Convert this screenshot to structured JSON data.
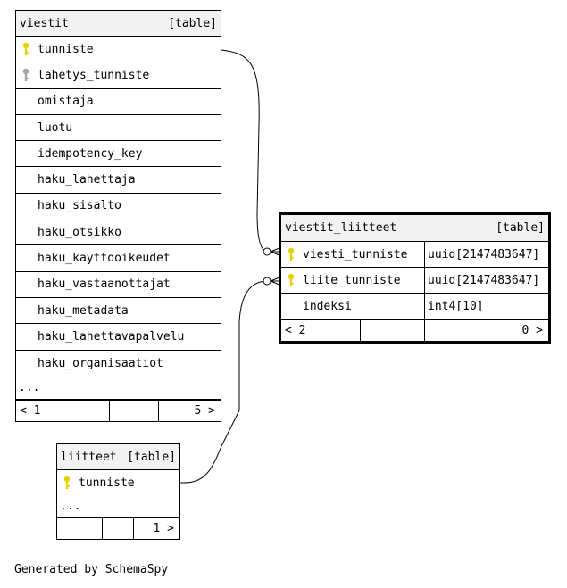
{
  "tables": {
    "viestit": {
      "name": "viestit",
      "kind": "[table]",
      "columns": [
        {
          "name": "tunniste",
          "key": "primary"
        },
        {
          "name": "lahetys_tunniste",
          "key": "foreign"
        },
        {
          "name": "omistaja",
          "key": ""
        },
        {
          "name": "luotu",
          "key": ""
        },
        {
          "name": "idempotency_key",
          "key": ""
        },
        {
          "name": "haku_lahettaja",
          "key": ""
        },
        {
          "name": "haku_sisalto",
          "key": ""
        },
        {
          "name": "haku_otsikko",
          "key": ""
        },
        {
          "name": "haku_kayttooikeudet",
          "key": ""
        },
        {
          "name": "haku_vastaanottajat",
          "key": ""
        },
        {
          "name": "haku_metadata",
          "key": ""
        },
        {
          "name": "haku_lahettavapalvelu",
          "key": ""
        },
        {
          "name": "haku_organisaatiot",
          "key": ""
        }
      ],
      "more": "...",
      "footer_left": "< 1",
      "footer_right": "5 >"
    },
    "viestit_liitteet": {
      "name": "viestit_liitteet",
      "kind": "[table]",
      "columns": [
        {
          "name": "viesti_tunniste",
          "type": "uuid[2147483647]",
          "key": "primary"
        },
        {
          "name": "liite_tunniste",
          "type": "uuid[2147483647]",
          "key": "primary"
        },
        {
          "name": "indeksi",
          "type": "int4[10]",
          "key": ""
        }
      ],
      "footer_left": "< 2",
      "footer_right": "0 >"
    },
    "liitteet": {
      "name": "liitteet",
      "kind": "[table]",
      "columns": [
        {
          "name": "tunniste",
          "key": "primary"
        }
      ],
      "more": "...",
      "footer_right": "1 >"
    }
  },
  "icons": {
    "primary_key": "key-icon-gold",
    "foreign_key": "key-icon-gray"
  },
  "colors": {
    "primary_key": "#e6d200",
    "foreign_key": "#a6a6a6",
    "header_bg": "#f2f2f2"
  },
  "footer": "Generated by SchemaSpy"
}
